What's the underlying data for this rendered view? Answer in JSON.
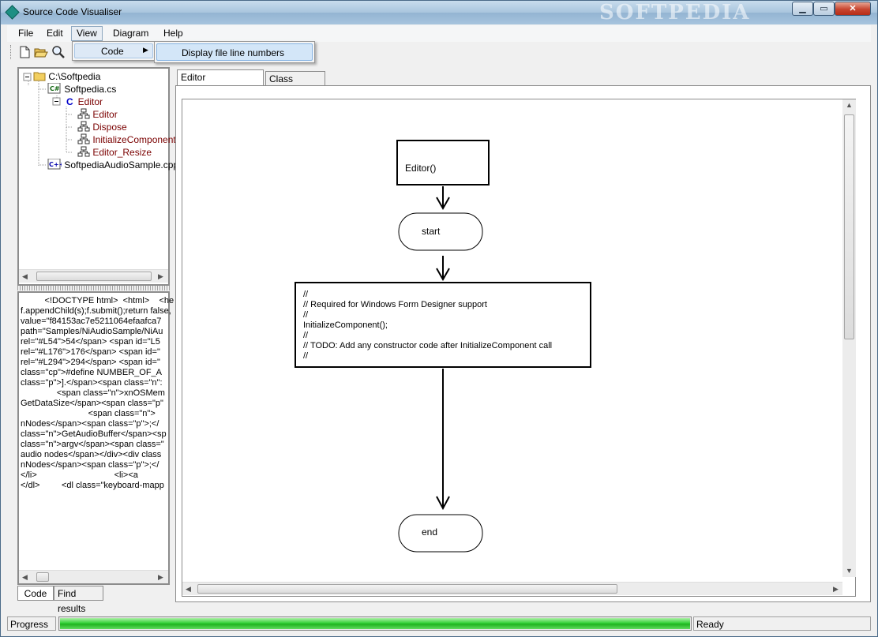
{
  "window": {
    "title": "Source Code Visualiser",
    "watermark": "SOFTPEDIA"
  },
  "menubar": {
    "items": [
      "File",
      "Edit",
      "View",
      "Diagram",
      "Help"
    ]
  },
  "view_menu": {
    "item": "Code",
    "submenu_item": "Display file line numbers"
  },
  "tree": {
    "root": "C:\\Softpedia",
    "file1": "Softpedia.cs",
    "class": "Editor",
    "methods": [
      "Editor",
      "Dispose",
      "InitializeComponent",
      "Editor_Resize"
    ],
    "file2": "SoftpediaAudioSample.cpp"
  },
  "code_lines": [
    "          <!DOCTYPE html>  <html>    <he",
    "f.appendChild(s);f.submit();return false,",
    "value=\"f84153ac7e5211064efaafca7",
    "path=\"Samples/NiAudioSample/NiAu",
    "rel=\"#L54\">54</span> <span id=\"L5",
    "rel=\"#L176\">176</span> <span id=\"",
    "rel=\"#L294\">294</span> <span id=\"",
    "class=\"cp\">#define NUMBER_OF_A",
    "class=\"p\">].</span><span class=\"n\":",
    "               <span class=\"n\">xnOSMem",
    "GetDataSize</span><span class=\"p\"",
    "                            <span class=\"n\">",
    "nNodes</span><span class=\"p\">;</",
    "class=\"n\">GetAudioBuffer</span><sp",
    "class=\"n\">argv</span><span class=\"",
    "audio nodes</span></div><div class",
    "nNodes</span><span class=\"p\">;</",
    "</li>                                <li><a",
    "</dl>         <dl class=\"keyboard-mapp"
  ],
  "left_tabs": [
    "Code",
    "Find results"
  ],
  "editor_tabs": [
    "Editor (Softpedia.cs )",
    "Class Diagram"
  ],
  "flowchart": {
    "box1": "Editor()",
    "start": "start",
    "box2_lines": [
      "//",
      "// Required for Windows Form Designer support",
      "//",
      "InitializeComponent();",
      "//",
      "// TODO: Add any constructor code after InitializeComponent call",
      "//"
    ],
    "end": "end"
  },
  "statusbar": {
    "progress_label": "Progress",
    "progress_fraction": 1.0,
    "status": "Ready"
  },
  "colors": {
    "method_red": "#7a0000",
    "class_blue": "#0000cc",
    "progress_green": "#1fb31f"
  }
}
